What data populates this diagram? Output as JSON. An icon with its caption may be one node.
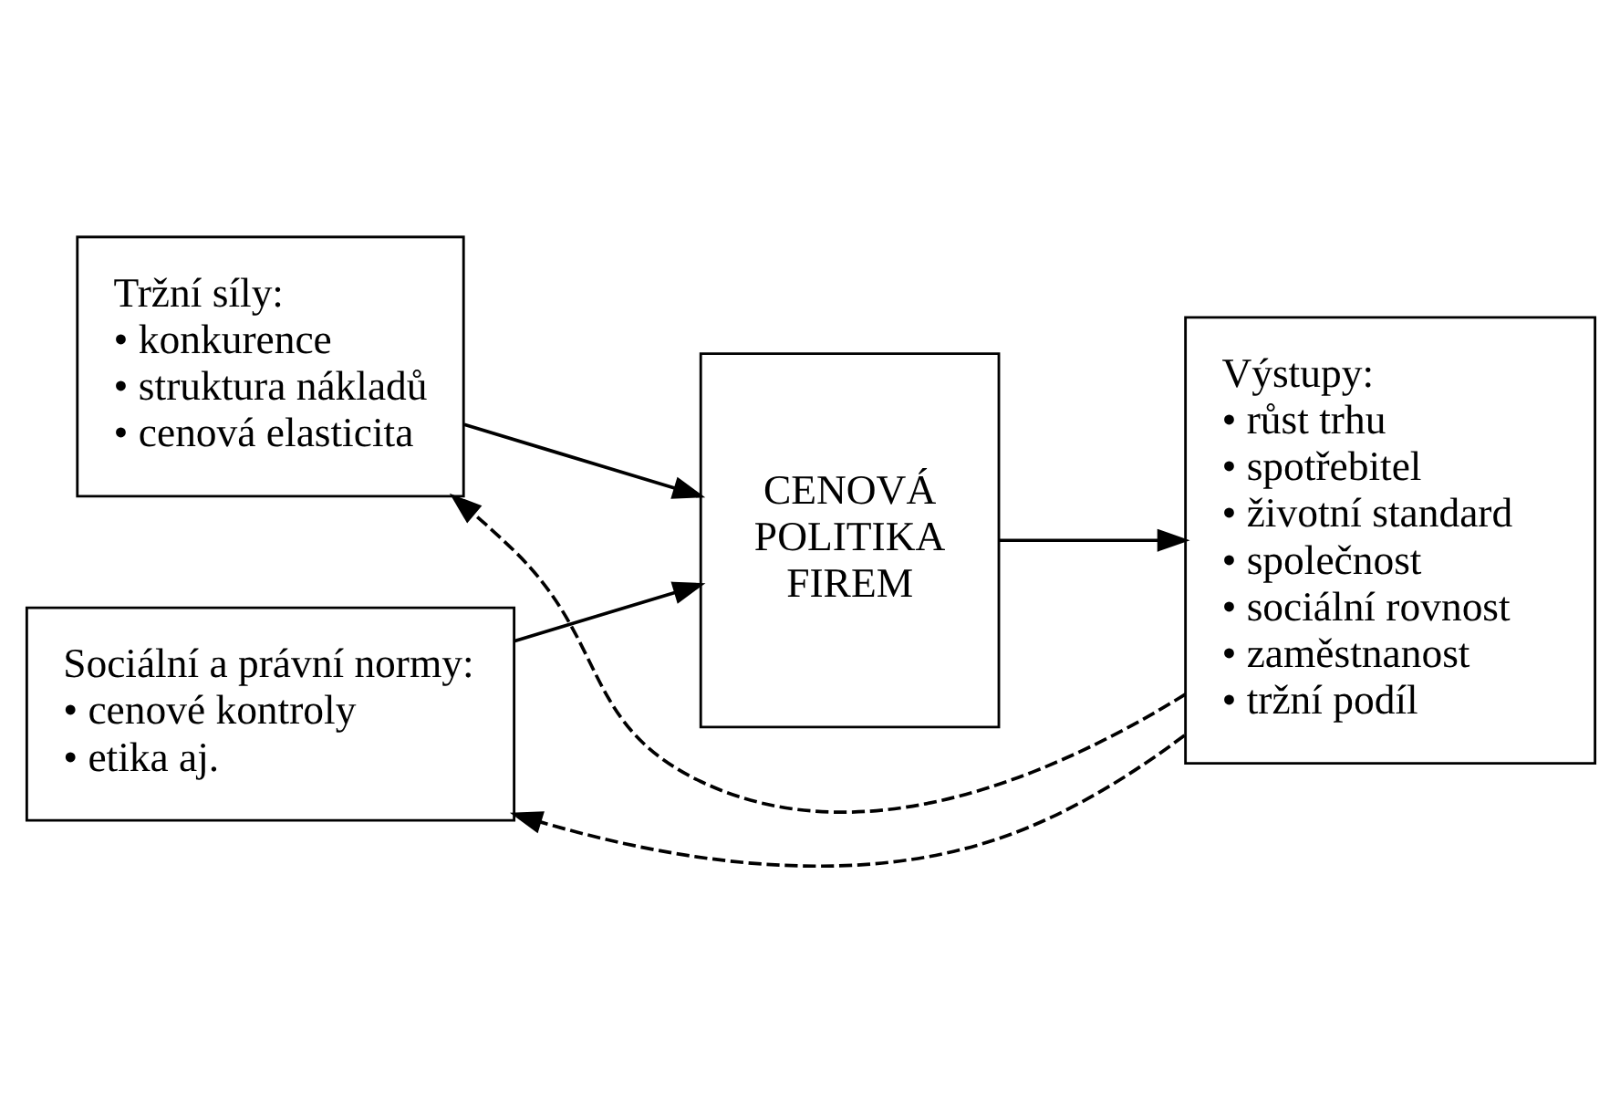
{
  "diagram": {
    "nodes": [
      {
        "text": [
          "Tržní síly:",
          "• konkurence",
          "• struktura nákladů",
          "• cenová elasticita"
        ]
      },
      {
        "text": [
          "Sociální a právní normy:",
          "• cenové kontroly",
          "• etika aj."
        ]
      },
      {
        "text": [
          "CENOVÁ POLITIKA FIREM"
        ]
      },
      {
        "text": [
          "Výstupy:",
          "• růst trhu",
          "• spotřebitel",
          "• životní standard",
          "• společnost",
          "• sociální rovnost",
          "• zaměstnanost",
          "• tržní podíl"
        ]
      }
    ],
    "edges": [
      {
        "from": 0,
        "to": 2,
        "arrow": "to"
      },
      {
        "from": 1,
        "to": 2,
        "arrow": "to"
      },
      {
        "from": 2,
        "to": 3,
        "arrow": "to"
      },
      {
        "from": 3,
        "to": 0,
        "arrow": "to",
        "style": "dashed"
      },
      {
        "from": 3,
        "to": 1,
        "arrow": "to",
        "style": "dashed"
      }
    ]
  }
}
